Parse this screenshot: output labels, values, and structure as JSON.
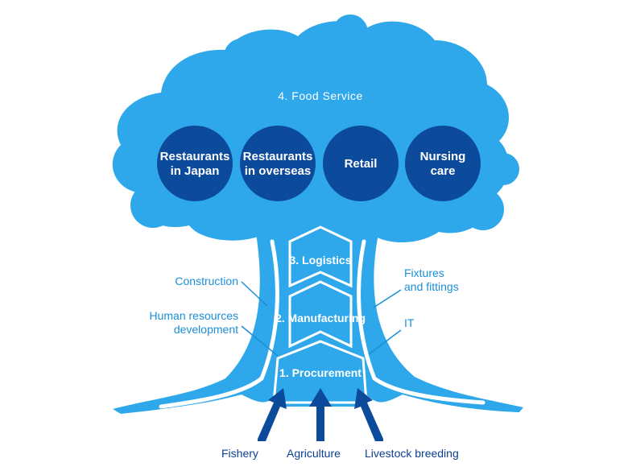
{
  "colors": {
    "tree_light": "#2ea8ea",
    "circle_navy": "#0c4a9c",
    "label_blue": "#1a8fd8",
    "arrow_navy": "#0c4a9c",
    "bottom_label": "#0c3f8f"
  },
  "canopy": {
    "title": "4. Food Service",
    "segments": [
      {
        "label": "Restaurants\nin Japan"
      },
      {
        "label": "Restaurants\nin overseas"
      },
      {
        "label": "Retail"
      },
      {
        "label": "Nursing\ncare"
      }
    ]
  },
  "trunk": {
    "stages": [
      {
        "label": "3. Logistics"
      },
      {
        "label": "2. Manufacturing"
      },
      {
        "label": "1. Procurement"
      }
    ]
  },
  "support_left": [
    {
      "label": "Construction"
    },
    {
      "label": "Human resources\ndevelopment"
    }
  ],
  "support_right": [
    {
      "label": "Fixtures\nand fittings"
    },
    {
      "label": "IT"
    }
  ],
  "sources": [
    {
      "label": "Fishery"
    },
    {
      "label": "Agriculture"
    },
    {
      "label": "Livestock breeding"
    }
  ]
}
